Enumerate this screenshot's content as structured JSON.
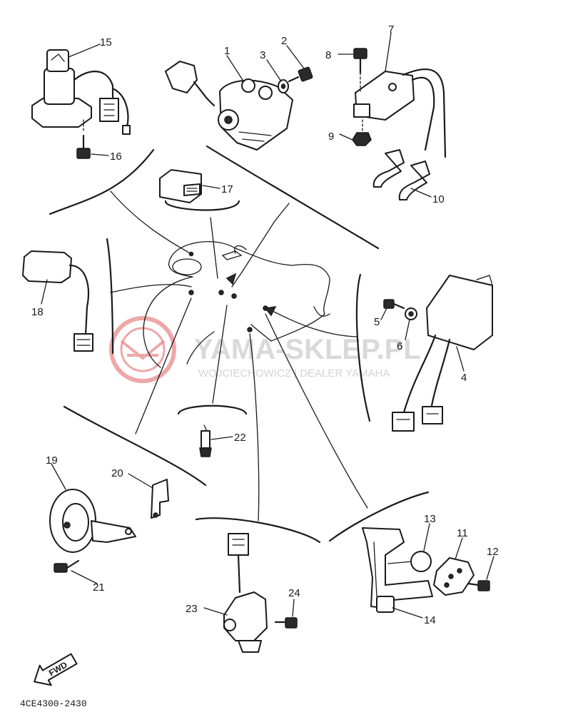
{
  "watermark": {
    "title": "YAMA-SKLEP.PL",
    "subtitle": "WOJCIECHOWICZ | DEALER YAMAHA",
    "logo_color": "#e88a8a"
  },
  "parts": [
    {
      "id": "p1",
      "label": "1"
    },
    {
      "id": "p2",
      "label": "2"
    },
    {
      "id": "p3",
      "label": "3"
    },
    {
      "id": "p4",
      "label": "4"
    },
    {
      "id": "p5",
      "label": "5"
    },
    {
      "id": "p6",
      "label": "6"
    },
    {
      "id": "p7",
      "label": "7"
    },
    {
      "id": "p8",
      "label": "8"
    },
    {
      "id": "p9",
      "label": "9"
    },
    {
      "id": "p10",
      "label": "10"
    },
    {
      "id": "p11",
      "label": "11"
    },
    {
      "id": "p12",
      "label": "12"
    },
    {
      "id": "p13",
      "label": "13"
    },
    {
      "id": "p14",
      "label": "14"
    },
    {
      "id": "p15",
      "label": "15"
    },
    {
      "id": "p16",
      "label": "16"
    },
    {
      "id": "p17",
      "label": "17"
    },
    {
      "id": "p18",
      "label": "18"
    },
    {
      "id": "p19",
      "label": "19"
    },
    {
      "id": "p20",
      "label": "20"
    },
    {
      "id": "p21",
      "label": "21"
    },
    {
      "id": "p22",
      "label": "22"
    },
    {
      "id": "p23",
      "label": "23"
    },
    {
      "id": "p24",
      "label": "24"
    }
  ],
  "fwd_label": "FWD",
  "diagram_code": "4CE4300-2430"
}
